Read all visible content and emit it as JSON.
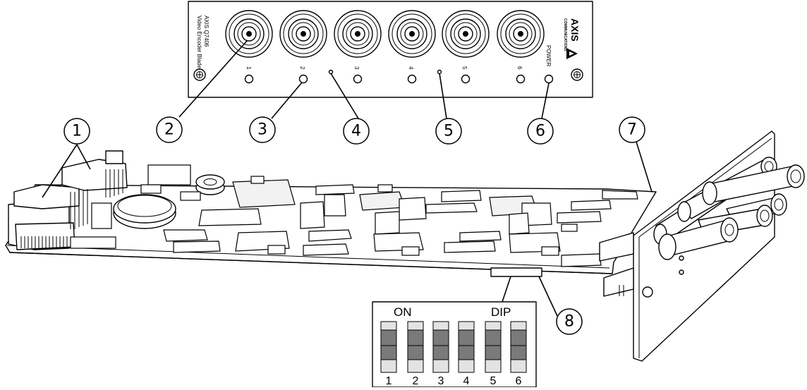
{
  "front_panel": {
    "model_line1": "AXIS Q7406",
    "model_line2": "Video Encoder Blade",
    "brand": "AXIS",
    "brand_sub": "COMMUNICATIONS",
    "power_label": "POWER",
    "channel_labels": [
      "1",
      "2",
      "3",
      "4",
      "5",
      "6"
    ]
  },
  "callouts": [
    "1",
    "2",
    "3",
    "4",
    "5",
    "6",
    "7",
    "8"
  ],
  "dip_switch": {
    "on_label": "ON",
    "dip_label": "DIP",
    "switch_numbers": [
      "1",
      "2",
      "3",
      "4",
      "5",
      "6"
    ]
  }
}
